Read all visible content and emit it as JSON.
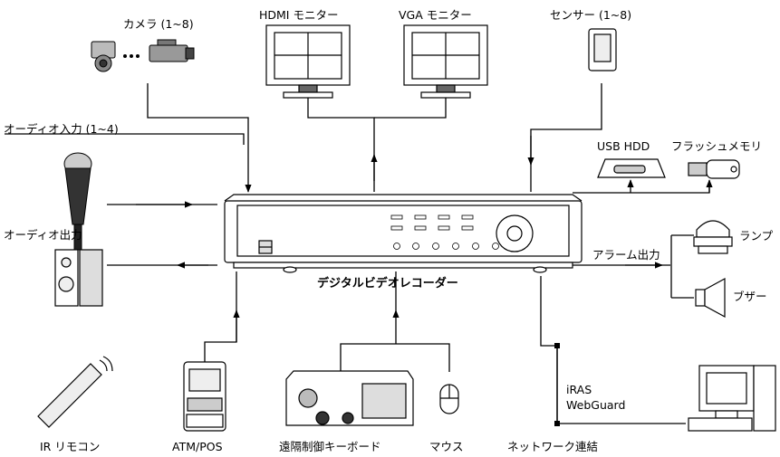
{
  "labels": {
    "camera": "カメラ (1~8)",
    "hdmi_monitor": "HDMI モニター",
    "vga_monitor": "VGA モニター",
    "sensor": "センサー (1~8)",
    "audio_in": "オーディオ入力 (1~4)",
    "usb_hdd": "USB HDD",
    "flash_memory": "フラッシュメモリ",
    "audio_out": "オーディオ出力",
    "lamp": "ランプ",
    "alarm_out": "アラーム出力",
    "buzzer": "ブザー",
    "dvr": "デジタルビデオレコーダー",
    "iras": "iRAS",
    "webguard": "WebGuard",
    "ir_remote": "IR リモコン",
    "atm_pos": "ATM/POS",
    "keyboard": "遠隔制御キーボード",
    "mouse": "マウス",
    "network": "ネットワーク連結"
  }
}
